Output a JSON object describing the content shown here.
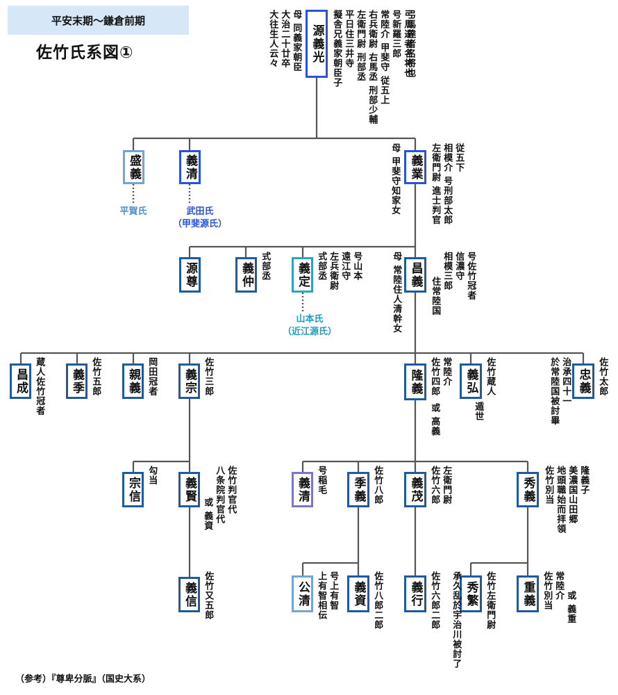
{
  "header": {
    "period": "平安末期～鎌倉前期",
    "title": "佐竹氏系図①"
  },
  "footer": {
    "reference": "（参考）『尊卑分脈』（国史大系）"
  },
  "persons": {
    "yoshimitsu": {
      "name": "源義光",
      "notes": [
        "弓馬達者名将也",
        "号新羅三郎",
        "常陸介 甲斐守 従五上",
        "右兵衛尉 右馬丞 刑部少輔",
        "左衛門尉 刑部丞",
        "平日住三井寺",
        "擬舎兄義家朝臣子"
      ],
      "mother": [
        "母 同義家朝臣",
        "大治二十廿卒",
        "大往生人云々"
      ]
    },
    "moriyoshi": {
      "name": "盛義"
    },
    "yoshikiyo1": {
      "name": "義清"
    },
    "yoshinari": {
      "name": "義業",
      "notes": [
        "従五下",
        "相模介 号刑部太郎",
        "左衛門尉 進士判官"
      ],
      "mother": [
        "母 甲斐守知家女"
      ]
    },
    "minamoto_son": {
      "name": "源尊"
    },
    "yoshinaka": {
      "name": "義仲",
      "notes": [
        "式部丞"
      ]
    },
    "yoshisada": {
      "name": "義定",
      "notes": [
        "号山本",
        "遠江守",
        "左兵衛尉",
        "式部丞"
      ]
    },
    "masayoshi": {
      "name": "昌義",
      "notes": [
        "号佐竹冠者",
        "信濃守",
        "相模三郎",
        "住常陸国"
      ],
      "mother": [
        "母 常陸住人清幹女"
      ]
    },
    "masanari": {
      "name": "昌成",
      "notes": [
        "蔵人佐竹冠者"
      ]
    },
    "yoshisue1": {
      "name": "義季",
      "notes": [
        "佐竹五郎"
      ]
    },
    "chikayoshi": {
      "name": "親義",
      "notes": [
        "岡田冠者"
      ]
    },
    "yoshimune": {
      "name": "義宗",
      "notes": [
        "佐竹三郎"
      ]
    },
    "takayoshi": {
      "name": "隆義",
      "notes": [
        "常陸介",
        "佐竹四郎",
        "或 高義"
      ]
    },
    "yoshihiro": {
      "name": "義弘",
      "notes": [
        "佐竹蔵人",
        "遁世"
      ]
    },
    "tadayoshi": {
      "name": "忠義",
      "notes": [
        "佐竹太郎",
        "治承四十一",
        "於常陸国被討畢"
      ]
    },
    "muneobu": {
      "name": "宗信",
      "notes": [
        "勾当"
      ]
    },
    "yoshikata": {
      "name": "義賢",
      "notes": [
        "佐竹判官代",
        "八条院判官代",
        "或 義資"
      ]
    },
    "yoshikiyo2": {
      "name": "義清",
      "notes": [
        "号稲毛"
      ]
    },
    "yoshisue2": {
      "name": "季義",
      "notes": [
        "佐竹八郎"
      ]
    },
    "yoshishige": {
      "name": "義茂",
      "notes": [
        "左衛門尉",
        "佐竹六郎"
      ]
    },
    "hideyoshi": {
      "name": "秀義",
      "notes": [
        "隆義子",
        "美濃国山田郷",
        "地頭職始而拝領",
        "佐竹別当"
      ]
    },
    "yoshinobu": {
      "name": "義信",
      "notes": [
        "佐竹又五郎"
      ]
    },
    "kiyokiyo": {
      "name": "公清",
      "notes": [
        "号上有智",
        "上有智相伝"
      ]
    },
    "yoshisuke": {
      "name": "義資",
      "notes": [
        "佐竹八郎二郎"
      ]
    },
    "yoshiyuki": {
      "name": "義行",
      "notes": [
        "佐竹六郎二郎"
      ]
    },
    "hideshige": {
      "name": "秀繁",
      "notes": [
        "佐竹左衛門尉",
        "承久乱於宇治川被討了"
      ]
    },
    "shigeyoshi": {
      "name": "重義",
      "notes": [
        "常陸介",
        "佐竹別当",
        "或 義重"
      ]
    }
  },
  "clans": {
    "hiraga": [
      "平賀氏"
    ],
    "takeda": [
      "武田氏",
      "（甲斐源氏）"
    ],
    "yamamoto": [
      "山本氏",
      "（近江源氏）"
    ]
  },
  "colors": {
    "line": "#555555",
    "box_default": "#1e5aa0",
    "box_light": "#6fa6d6",
    "box_cyan": "#32a0c0",
    "box_purple": "#7a78c6",
    "box_blue": "#2a52d6",
    "header_bg": "#d6e7f7"
  }
}
